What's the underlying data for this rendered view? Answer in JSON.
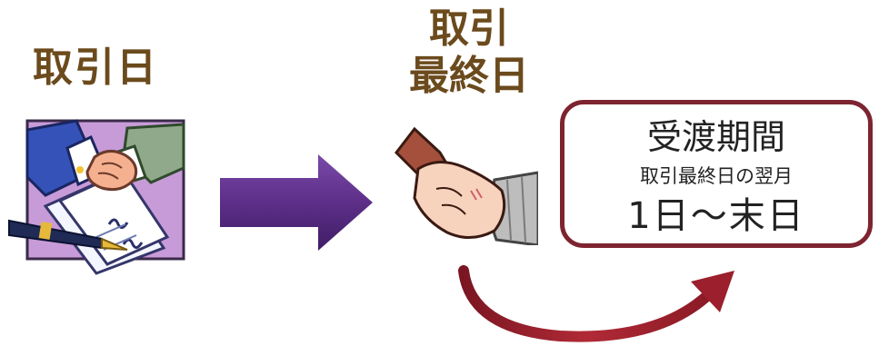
{
  "labels": {
    "trade_date": "取引日",
    "last_trading_day_line1": "取引",
    "last_trading_day_line2": "最終日"
  },
  "delivery_box": {
    "title": "受渡期間",
    "subtitle": "取引最終日の翌月",
    "range": "1日～末日"
  },
  "colors": {
    "label_brown": "#6b4a1c",
    "box_border": "#7d2430",
    "arrow_purple": "#5d2f88",
    "curve_red": "#9b1f2c"
  },
  "icons": {
    "handshake": "handshake-contract-clipart",
    "arrow": "right-arrow",
    "phone": "hand-holding-phone-clipart",
    "curve": "curved-arrow"
  }
}
